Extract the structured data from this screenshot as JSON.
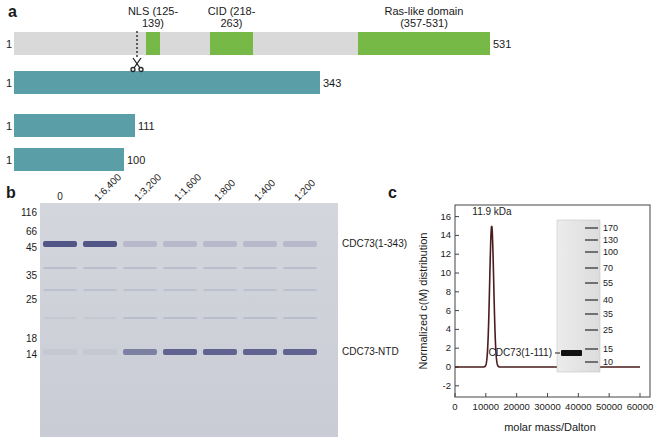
{
  "diagram": {
    "nodes": [
      {
        "text": [
          "NLS (125-139)"
        ]
      },
      {
        "text": [
          "CID (218-263)"
        ]
      },
      {
        "text": [
          "Ras-like domain (357-531)"
        ]
      }
    ],
    "labels": [
      "a",
      "1",
      "531",
      "1",
      "343",
      "1",
      "111",
      "1",
      "100",
      "b",
      "0",
      "1:6,400",
      "1:3,200",
      "1:1,600",
      "1:800",
      "1:400",
      "1:200",
      "116",
      "66",
      "45",
      "35",
      "25",
      "18",
      "14",
      "CDC73(1-343)",
      "CDC73-NTD",
      "c",
      "11.9 kDa",
      "Normalized c(M) distribution",
      "molar mass/Dalton",
      "0",
      "10000",
      "20000",
      "30000",
      "40000",
      "50000",
      "60000",
      "16",
      "14",
      "12",
      "10",
      "8",
      "6",
      "4",
      "2",
      "0",
      "-2",
      "170",
      "130",
      "100",
      "70",
      "55",
      "40",
      "35",
      "25",
      "15",
      "10",
      "CDC73(1-111)"
    ]
  }
}
